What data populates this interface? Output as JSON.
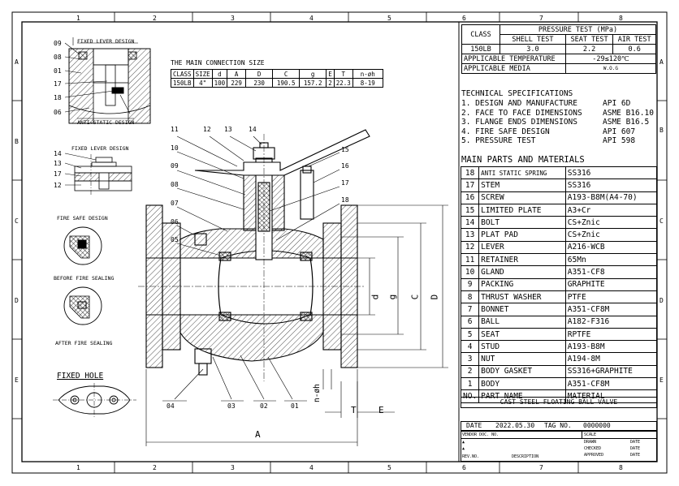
{
  "border": {
    "top_cols": [
      "1",
      "2",
      "3",
      "4",
      "5",
      "6",
      "7",
      "8"
    ],
    "bottom_cols": [
      "1",
      "2",
      "3",
      "4",
      "5",
      "6",
      "7",
      "8"
    ],
    "left_rows": [
      "A",
      "B",
      "C",
      "D",
      "E"
    ],
    "right_rows": [
      "A",
      "B",
      "C",
      "D",
      "E"
    ]
  },
  "left_details": {
    "fixed_lever_design_1": "FIXED LEVER DESIGN",
    "anti_static_design": "ANTI-STATIC DESIGN",
    "detail1_labels": [
      "09",
      "08",
      "01",
      "17",
      "18",
      "06"
    ],
    "fixed_lever_design_2": "FIXED LEVER DESIGN",
    "detail2_labels": [
      "14",
      "13",
      "17",
      "12"
    ],
    "fire_safe_design": "FIRE SAFE DESIGN",
    "before_fire_sealing": "BEFORE FIRE SEALING",
    "after_fire_sealing": "AFTER FIRE SEALING",
    "fixed_hole": "FIXED HOLE"
  },
  "connection_table": {
    "title": "THE MAIN CONNECTION SIZE",
    "headers": [
      "CLASS",
      "SIZE",
      "d",
      "A",
      "D",
      "C",
      "g",
      "E",
      "T",
      "n-øh"
    ],
    "row": [
      "150LB",
      "4\"",
      "100",
      "229",
      "230",
      "190.5",
      "157.2",
      "2",
      "22.3",
      "8-19"
    ]
  },
  "main_drawing": {
    "top_labels": [
      "11",
      "12",
      "13",
      "14"
    ],
    "left_labels": [
      "10",
      "09",
      "08",
      "07",
      "06",
      "05"
    ],
    "right_labels": [
      "15",
      "16",
      "17",
      "18"
    ],
    "bottom_labels": [
      "04",
      "03",
      "02",
      "01"
    ],
    "dims": {
      "d": "d",
      "g": "g",
      "C": "C",
      "D": "D",
      "T": "T",
      "E": "E",
      "A": "A",
      "nh": "n-øh"
    }
  },
  "pressure_test": {
    "class_label": "CLASS",
    "title": "PRESSURE TEST (MPa)",
    "headers": [
      "SHELL TEST",
      "SEAT TEST",
      "AIR TEST"
    ],
    "class_value": "150LB",
    "values": [
      "3.0",
      "2.2",
      "0.6"
    ],
    "temp_label": "APPLICABLE TEMPERATURE",
    "temp_value": "-29≤120℃",
    "media_label": "APPLICABLE MEDIA",
    "media_value": "W.O.G"
  },
  "tech_specs": {
    "title": "TECHNICAL SPECIFICATIONS",
    "items": [
      {
        "label": "1. DESIGN AND MANUFACTURE",
        "value": "API 6D"
      },
      {
        "label": "2. FACE TO FACE DIMENSIONS",
        "value": "ASME B16.10"
      },
      {
        "label": "3. FLANGE ENDS DIMENSIONS",
        "value": "ASME B16.5"
      },
      {
        "label": "4. FIRE SAFE DESIGN",
        "value": "API 607"
      },
      {
        "label": "5. PRESSURE TEST",
        "value": "API 598"
      }
    ]
  },
  "parts": {
    "title": "MAIN PARTS AND MATERIALS",
    "rows": [
      {
        "no": "18",
        "name": "ANTI STATIC SPRING",
        "material": "SS316"
      },
      {
        "no": "17",
        "name": "STEM",
        "material": "SS316"
      },
      {
        "no": "16",
        "name": "SCREW",
        "material": "A193-B8M(A4-70)"
      },
      {
        "no": "15",
        "name": "LIMITED PLATE",
        "material": "A3+Cr"
      },
      {
        "no": "14",
        "name": "BOLT",
        "material": "CS+Znic"
      },
      {
        "no": "13",
        "name": "PLAT PAD",
        "material": "CS+Znic"
      },
      {
        "no": "12",
        "name": "LEVER",
        "material": "A216-WCB"
      },
      {
        "no": "11",
        "name": "RETAINER",
        "material": "65Mn"
      },
      {
        "no": "10",
        "name": "GLAND",
        "material": "A351-CF8"
      },
      {
        "no": "9",
        "name": "PACKING",
        "material": "GRAPHITE"
      },
      {
        "no": "8",
        "name": "THRUST WASHER",
        "material": "PTFE"
      },
      {
        "no": "7",
        "name": "BONNET",
        "material": "A351-CF8M"
      },
      {
        "no": "6",
        "name": "BALL",
        "material": "A182-F316"
      },
      {
        "no": "5",
        "name": "SEAT",
        "material": "RPTFE"
      },
      {
        "no": "4",
        "name": "STUD",
        "material": "A193-B8M"
      },
      {
        "no": "3",
        "name": "NUT",
        "material": "A194-8M"
      },
      {
        "no": "2",
        "name": "BODY GASKET",
        "material": "SS316+GRAPHITE"
      },
      {
        "no": "1",
        "name": "BODY",
        "material": "A351-CF8M"
      }
    ],
    "header": {
      "no": "NO.",
      "name": "PART NAME",
      "material": "MATERIAL"
    }
  },
  "title_block": {
    "title": "CAST STEEL FLOATING BALL VALVE",
    "date_label": "DATE",
    "date_value": "2022.05.30",
    "tag_label": "TAG NO.",
    "tag_value": "0000000",
    "vendor_doc": "VENDOR DOC. NO.",
    "scale": "SCALE",
    "drawn": "DRAWN",
    "checked": "CHECKED",
    "approved": "APPROVED",
    "date_small": "DATE",
    "rev_no": "REV.NO.",
    "description": "DESCRIPTION"
  }
}
